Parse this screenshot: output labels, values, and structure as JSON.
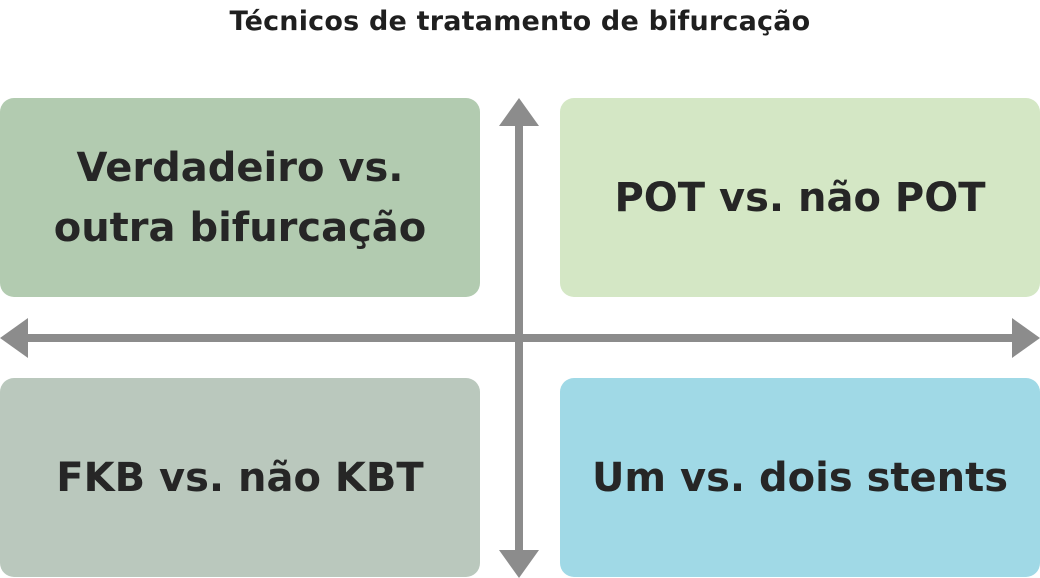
{
  "diagram": {
    "title": "Técnicos de tratamento de bifurcação",
    "quadrants": {
      "top_left": {
        "label": "Verdadeiro vs.\noutra bifurcação",
        "color": "#b2cbb0"
      },
      "top_right": {
        "label": "POT vs. não POT",
        "color": "#d4e7c5"
      },
      "bottom_left": {
        "label": "FKB vs. não KBT",
        "color": "#bac8bd"
      },
      "bottom_right": {
        "label": "Um vs. dois stents",
        "color": "#a0d9e6"
      }
    },
    "axis_color": "#8c8c8c"
  }
}
